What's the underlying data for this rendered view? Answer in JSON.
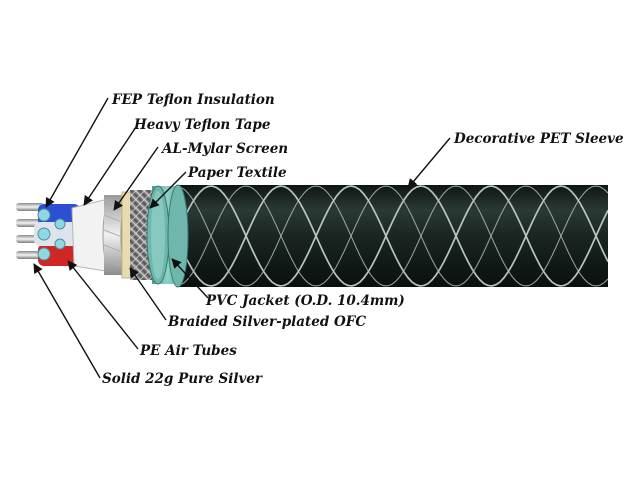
{
  "colors": {
    "sleeve": "#1a2522",
    "sleeve_weave": "#b8c4bf",
    "pvc_jacket": "#6fb7ac",
    "braid": "#8a8a8a",
    "paper": "#e8dcae",
    "mylar": "#d7d7d7",
    "teflon_tape": "#f2f2f2",
    "insulation_blue": "#2d4fd1",
    "insulation_red": "#d12626",
    "insulation_white": "#dfe3ea",
    "air_tube": "#8fd8e3",
    "silver": "#c7c7c7",
    "leader": "#111111"
  },
  "labels": {
    "fep_insulation": "FEP Teflon Insulation",
    "teflon_tape": "Heavy Teflon Tape",
    "mylar_screen": "AL-Mylar Screen",
    "paper_textile": "Paper Textile",
    "pet_sleeve": "Decorative PET Sleeve",
    "pvc_jacket": "PVC Jacket (O.D. 10.4mm)",
    "braided_ofc": "Braided Silver-plated OFC",
    "pe_air_tubes": "PE Air Tubes",
    "solid_silver": "Solid 22g Pure Silver"
  }
}
